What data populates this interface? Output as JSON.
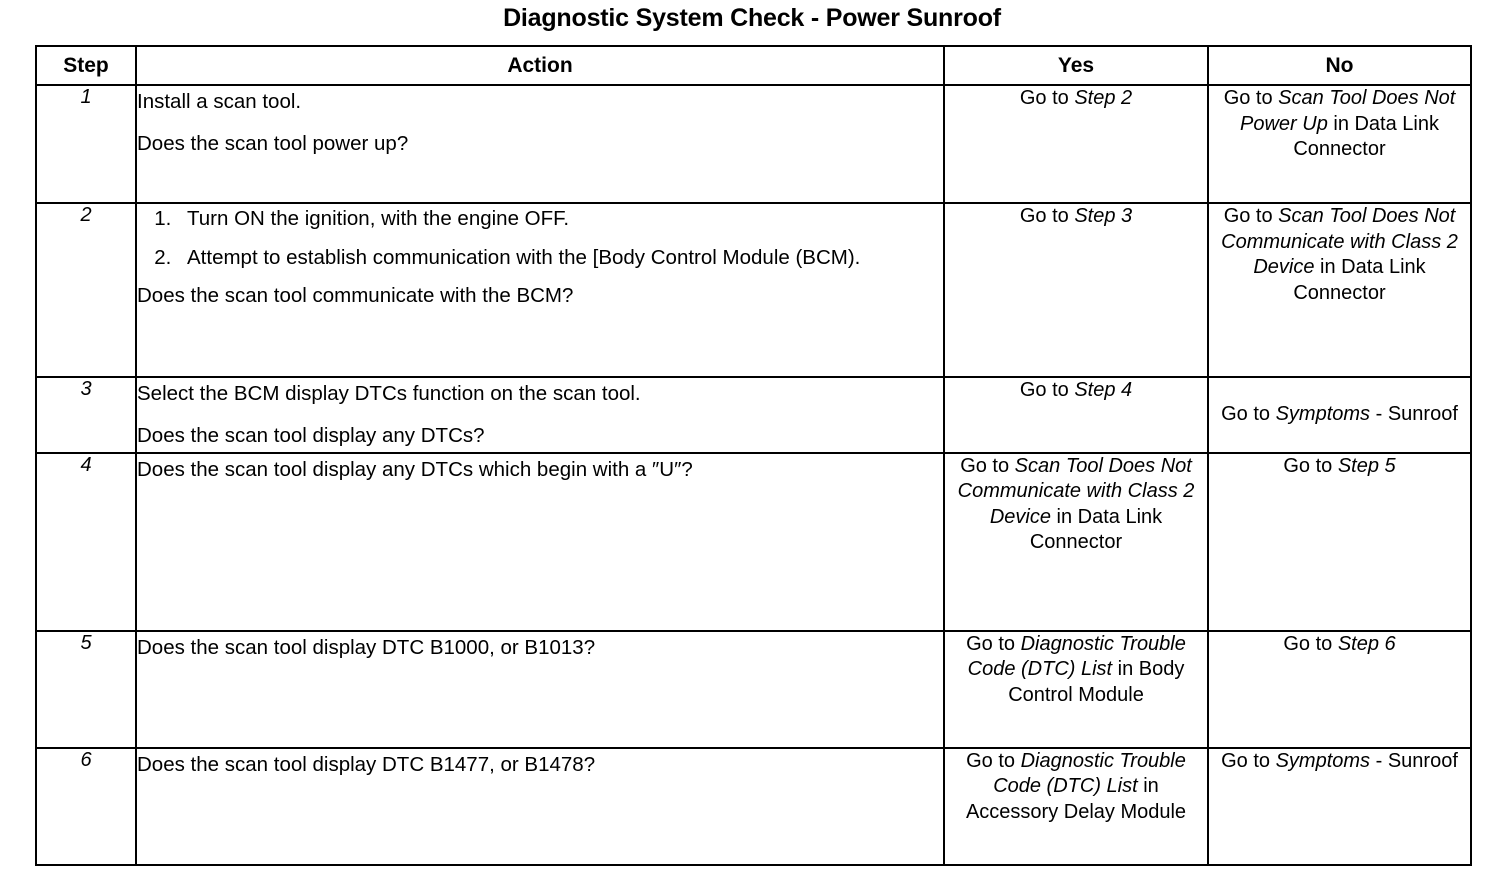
{
  "document": {
    "title": "Diagnostic System Check - Power Sunroof"
  },
  "table": {
    "headers": {
      "step": "Step",
      "action": "Action",
      "yes": "Yes",
      "no": "No"
    },
    "rows": [
      {
        "step": "1",
        "action_lines": [
          "Install a scan tool.",
          "Does the scan tool power up?"
        ],
        "yes": {
          "plain1": "Go to ",
          "italic1": "Step 2",
          "plain2": ""
        },
        "no": {
          "plain1": "Go to ",
          "italic1": "Scan Tool Does Not Power Up",
          "plain2": " in Data Link Connector"
        }
      },
      {
        "step": "2",
        "list_items": [
          "Turn ON the ignition, with the engine OFF.",
          "Attempt to establish communication with the [Body Control Module (BCM)."
        ],
        "action_lines": [
          "Does the scan tool communicate with the BCM?"
        ],
        "yes": {
          "plain1": "Go to ",
          "italic1": "Step 3",
          "plain2": ""
        },
        "no": {
          "plain1": "Go to ",
          "italic1": "Scan Tool Does Not Communicate with Class 2 Device",
          "plain2": " in Data Link Connector"
        }
      },
      {
        "step": "3",
        "action_lines": [
          "Select the BCM display DTCs function on the scan tool.",
          "Does the scan tool display any DTCs?"
        ],
        "yes": {
          "plain1": "Go to ",
          "italic1": "Step 4",
          "plain2": ""
        },
        "no": {
          "plain1": "Go to ",
          "italic1": "Symptoms",
          "plain2": " - Sunroof"
        }
      },
      {
        "step": "4",
        "action_lines": [
          "Does the scan tool display any DTCs which begin with a ″U″?"
        ],
        "yes": {
          "plain1": "Go to ",
          "italic1": "Scan Tool Does Not Communicate with Class 2 Device",
          "plain2": " in Data Link Connector"
        },
        "no": {
          "plain1": "Go to ",
          "italic1": "Step 5",
          "plain2": ""
        }
      },
      {
        "step": "5",
        "action_lines": [
          "Does the scan tool display DTC B1000, or B1013?"
        ],
        "yes": {
          "plain1": "Go to ",
          "italic1": "Diagnostic Trouble Code (DTC) List",
          "plain2": " in Body Control Module"
        },
        "no": {
          "plain1": "Go to ",
          "italic1": "Step 6",
          "plain2": ""
        }
      },
      {
        "step": "6",
        "action_lines": [
          "Does the scan tool display DTC B1477, or B1478?"
        ],
        "yes": {
          "plain1": "Go to ",
          "italic1": "Diagnostic Trouble Code (DTC) List",
          "plain2": " in Accessory Delay  Module"
        },
        "no": {
          "plain1": "Go to ",
          "italic1": "Symptoms",
          "plain2": " - Sunroof"
        }
      }
    ]
  }
}
